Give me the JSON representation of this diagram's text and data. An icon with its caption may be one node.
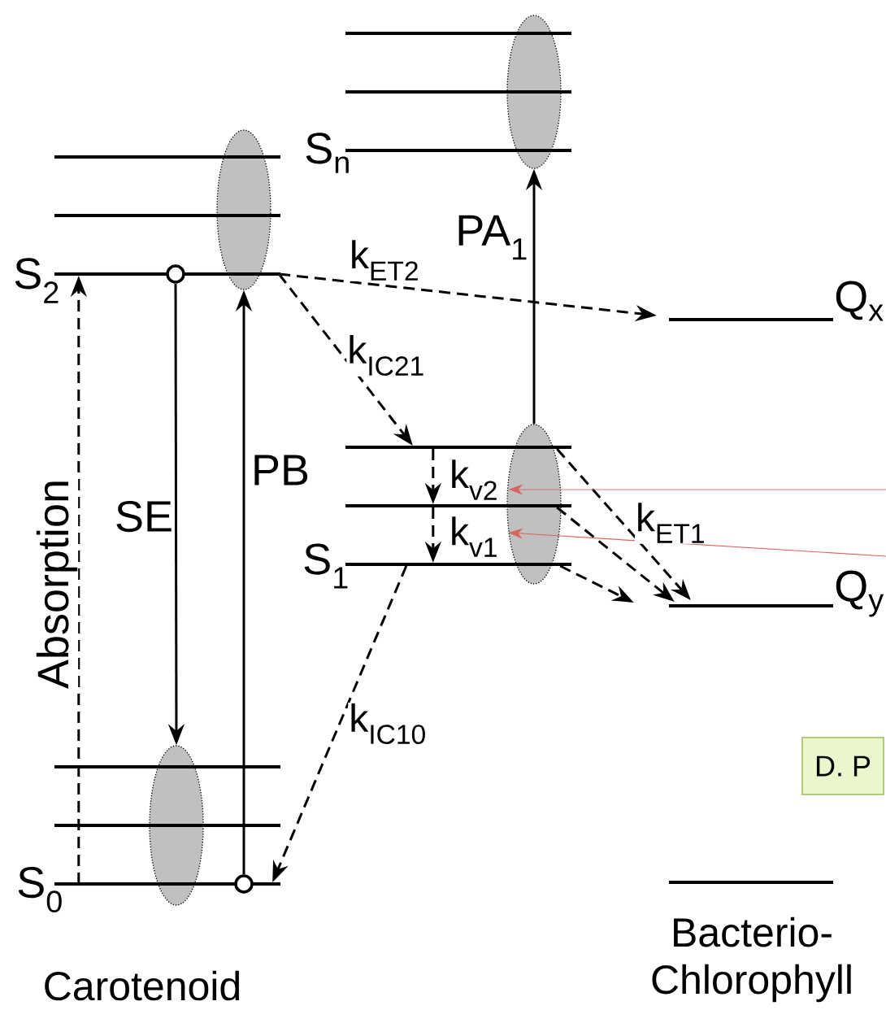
{
  "diagram": {
    "nodes": [
      {
        "text": [],
        "shape": "bar"
      },
      {
        "text": [],
        "shape": "bar"
      },
      {
        "text": [],
        "shape": "bar",
        "beside": [
          "S$_{n}$"
        ]
      },
      {
        "text": [],
        "shape": "ellipse"
      },
      {
        "text": [],
        "shape": "bar"
      },
      {
        "text": [],
        "shape": "bar"
      },
      {
        "text": [],
        "shape": "bar",
        "beside": [
          "S$_{2}$"
        ]
      },
      {
        "text": [],
        "shape": "ellipse"
      },
      {
        "text": [],
        "shape": "circle"
      },
      {
        "text": [],
        "shape": "bar",
        "beside": [
          "Q$_{x}$"
        ]
      },
      {
        "text": [],
        "shape": "bar"
      },
      {
        "text": [],
        "shape": "bar"
      },
      {
        "text": [],
        "shape": "bar",
        "beside": [
          "S$_{1}$"
        ]
      },
      {
        "text": [],
        "shape": "ellipse"
      },
      {
        "text": [],
        "shape": "bar",
        "beside": [
          "Q$_{y}$"
        ]
      },
      {
        "text": [],
        "shape": "bar"
      },
      {
        "text": [],
        "shape": "bar"
      },
      {
        "text": [],
        "shape": "bar",
        "beside": [
          "S$_{0}$"
        ]
      },
      {
        "text": [],
        "shape": "ellipse"
      },
      {
        "text": [],
        "shape": "circle"
      },
      {
        "text": [
          "D. P"
        ]
      },
      {
        "text": [],
        "shape": "bar"
      }
    ],
    "edges": [
      {
        "from": 17,
        "to": 6,
        "arrow": "to",
        "style": "dashed",
        "label": "Absorption"
      },
      {
        "from": 8,
        "to": 18,
        "arrow": "to",
        "label": "SE"
      },
      {
        "from": 19,
        "to": 7,
        "arrow": "to",
        "label": "PB"
      },
      {
        "from": 6,
        "to": 9,
        "arrow": "to",
        "style": "dashed",
        "label": "k$_{ET2}$"
      },
      {
        "from": 6,
        "to": 10,
        "arrow": "to",
        "style": "dashed",
        "label": "k$_{IC21}$"
      },
      {
        "from": 10,
        "to": 11,
        "arrow": "to",
        "style": "dashed",
        "label": "k$_{v2}$"
      },
      {
        "from": 11,
        "to": 12,
        "arrow": "to",
        "style": "dashed",
        "label": "k$_{v1}$"
      },
      {
        "from": 12,
        "to": 17,
        "arrow": "to",
        "style": "dashed",
        "label": "k$_{IC10}$"
      },
      {
        "from": 13,
        "to": 3,
        "arrow": "to",
        "label": "PA$_{1}$"
      },
      {
        "from": 10,
        "to": 14,
        "arrow": "to",
        "style": "dashed",
        "label": "k$_{ET1}$"
      },
      {
        "from": 11,
        "to": 14,
        "arrow": "to",
        "style": "dashed"
      },
      {
        "from": 12,
        "to": 14,
        "arrow": "to",
        "style": "dashed"
      },
      {
        "from": null,
        "to": 13,
        "arrow": "to",
        "color": "#d9655f"
      },
      {
        "from": null,
        "to": 13,
        "arrow": "to",
        "color": "#d9655f"
      }
    ],
    "labels": [
      "Carotenoid",
      "Bacterio- Chlorophyll"
    ]
  }
}
